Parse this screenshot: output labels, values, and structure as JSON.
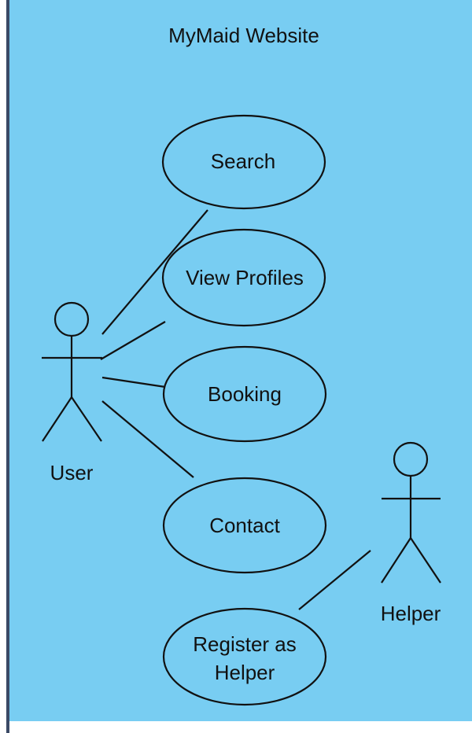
{
  "diagram": {
    "title": "MyMaid Website",
    "actors": {
      "user": "User",
      "helper": "Helper"
    },
    "use_cases": {
      "search": "Search",
      "view_profiles": "View Profiles",
      "booking": "Booking",
      "contact": "Contact",
      "register_line1": "Register as",
      "register_line2": "Helper"
    },
    "colors": {
      "system_background": "#78cdf2",
      "border_bar": "#3b4a66",
      "stroke": "#111111"
    }
  }
}
